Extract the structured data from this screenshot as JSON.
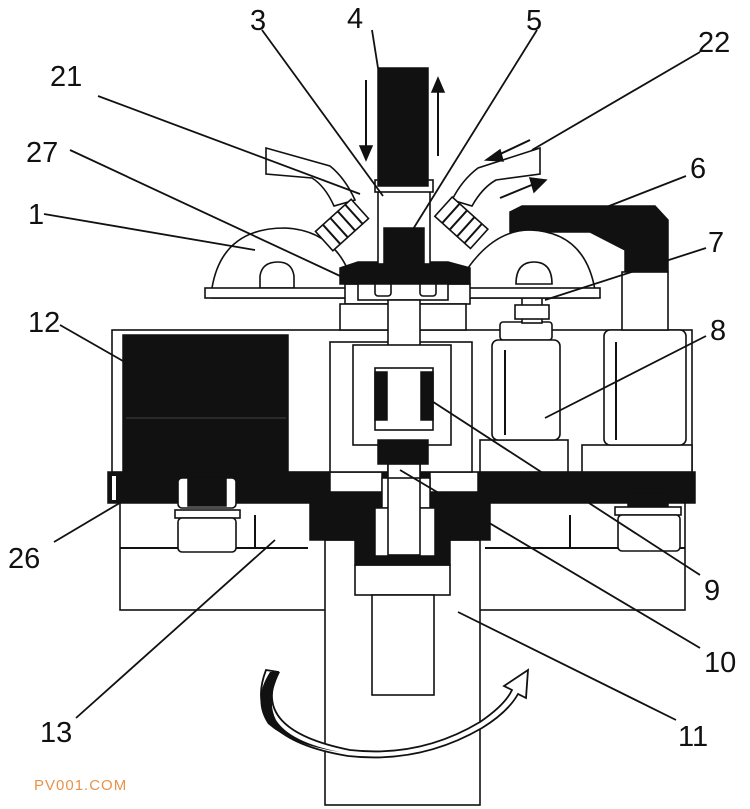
{
  "labels": {
    "l1": "1",
    "l3": "3",
    "l4": "4",
    "l5": "5",
    "l6": "6",
    "l7": "7",
    "l8": "8",
    "l9": "9",
    "l10": "10",
    "l11": "11",
    "l12": "12",
    "l13": "13",
    "l21": "21",
    "l22": "22",
    "l26": "26",
    "l27": "27"
  },
  "watermark": "PV001.COM",
  "colors": {
    "ink": "#111111",
    "paper": "#ffffff",
    "watermark": "#e8924a"
  }
}
